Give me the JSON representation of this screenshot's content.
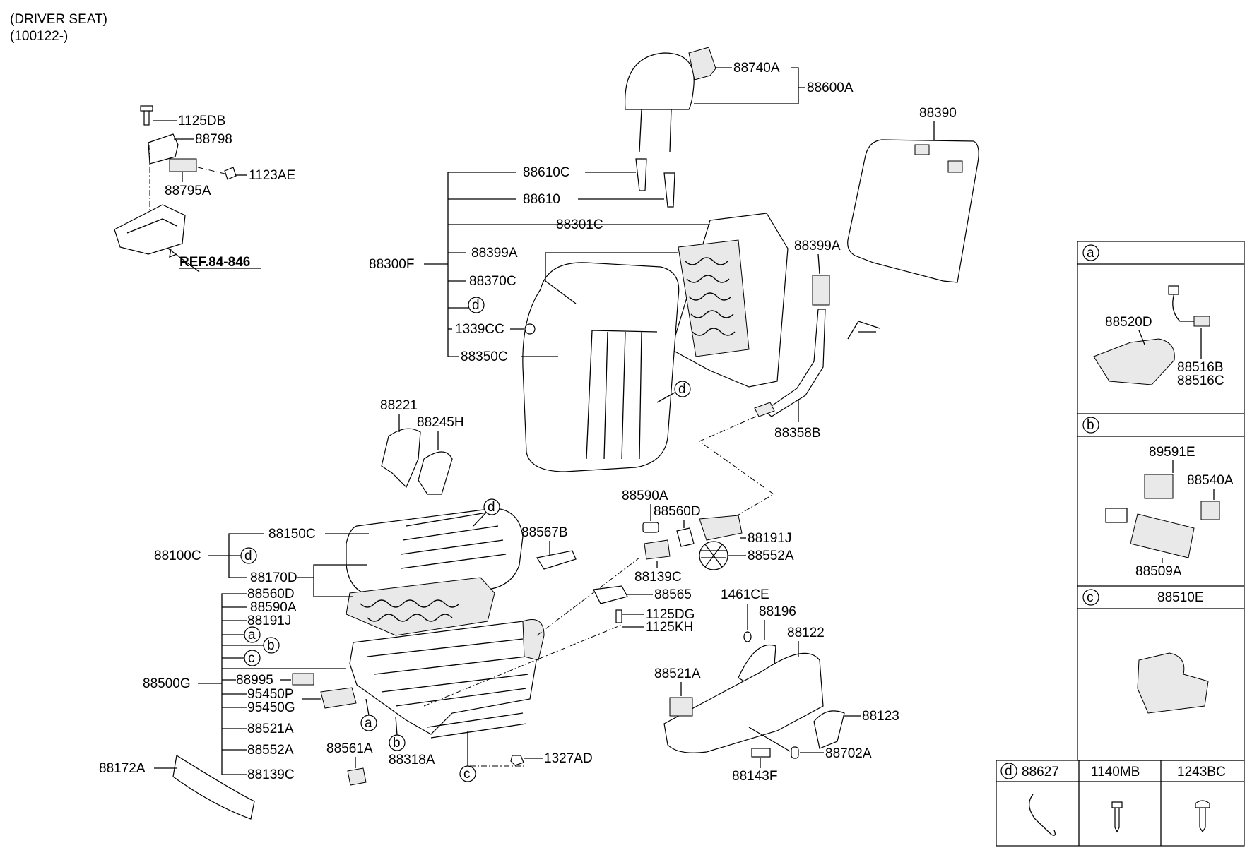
{
  "title": "(DRIVER SEAT)",
  "date_range": "(100122-)",
  "reference": "REF.84-846",
  "callouts": {
    "p1125DB": "1125DB",
    "p88798": "88798",
    "p88795A": "88795A",
    "p1123AE": "1123AE",
    "p88740A": "88740A",
    "p88600A": "88600A",
    "p88390": "88390",
    "p88610C": "88610C",
    "p88610": "88610",
    "p88301C": "88301C",
    "p88399A_l": "88399A",
    "p88399A_r": "88399A",
    "p88300F": "88300F",
    "p88370C": "88370C",
    "p1339CC": "1339CC",
    "p88350C": "88350C",
    "p88358B": "88358B",
    "p88221": "88221",
    "p88245H": "88245H",
    "p88150C": "88150C",
    "p88100C": "88100C",
    "p88170D": "88170D",
    "p88560D_l": "88560D",
    "p88590A_l": "88590A",
    "p88191J_l": "88191J",
    "p88500G": "88500G",
    "p88995": "88995",
    "p95450P": "95450P",
    "p95450G": "95450G",
    "p88521A_l": "88521A",
    "p88552A_l": "88552A",
    "p88139C_l": "88139C",
    "p88172A": "88172A",
    "p88561A": "88561A",
    "p88318A": "88318A",
    "p1327AD": "1327AD",
    "p88567B": "88567B",
    "p88590A_r": "88590A",
    "p88560D_r": "88560D",
    "p88191J_r": "88191J",
    "p88552A_r": "88552A",
    "p88139C_r": "88139C",
    "p88565": "88565",
    "p1125DG": "1125DG",
    "p1125KH": "1125KH",
    "p1461CE": "1461CE",
    "p88196": "88196",
    "p88122": "88122",
    "p88521A_r": "88521A",
    "p88123": "88123",
    "p88702A": "88702A",
    "p88143F": "88143F"
  },
  "circle_refs": {
    "a": "a",
    "b": "b",
    "c": "c",
    "d": "d"
  },
  "legend": {
    "a": {
      "letter": "a",
      "parts": [
        "88520D",
        "88516B",
        "88516C"
      ]
    },
    "b": {
      "letter": "b",
      "parts": [
        "89591E",
        "88540A",
        "88509A"
      ]
    },
    "c": {
      "letter": "c",
      "title": "88510E"
    },
    "d": {
      "letter": "d",
      "columns": [
        "88627",
        "1140MB",
        "1243BC"
      ]
    }
  }
}
